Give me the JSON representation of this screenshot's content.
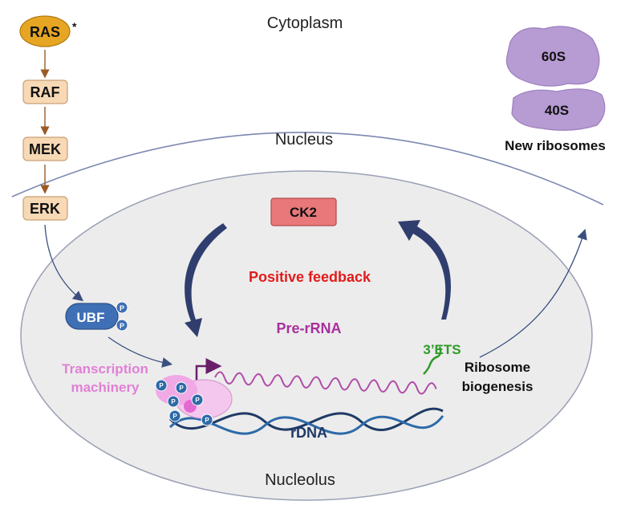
{
  "labels": {
    "cytoplasm": "Cytoplasm",
    "nucleus": "Nucleus",
    "nucleolus": "Nucleolus",
    "new_ribosomes": "New ribosomes",
    "positive_feedback": "Positive feedback",
    "pre_rrna": "Pre-rRNA",
    "ets": "3’ETS",
    "rdna": "rDNA",
    "transcription_machinery_line1": "Transcription",
    "transcription_machinery_line2": "machinery",
    "ribosome_biogenesis_line1": "Ribosome",
    "ribosome_biogenesis_line2": "biogenesis"
  },
  "pathway": {
    "ras": "RAS",
    "ras_mark": "*",
    "raf": "RAF",
    "mek": "MEK",
    "erk": "ERK"
  },
  "nodes": {
    "ubf": "UBF",
    "ck2": "CK2",
    "phospho": "P",
    "ribosome_60s": "60S",
    "ribosome_40s": "40S"
  },
  "colors": {
    "ras_fill": "#e6a623",
    "pathway_box": "#f7d9b6",
    "pathway_arrow": "#9a5a26",
    "nucleus_line": "#7c87b0",
    "nucleolus_fill": "#ececec",
    "ck2_fill": "#e8787a",
    "ubf_fill": "#3f6fb4",
    "feedback_red": "#e21b1b",
    "feedback_arrow": "#2f3e6e",
    "pre_rrna": "#b04ca8",
    "ets_green": "#2f9a2a",
    "rdna_navy": "#1e3a66",
    "machinery_pink": "#e27fd6",
    "ribosome_purple": "#b79bd3"
  }
}
